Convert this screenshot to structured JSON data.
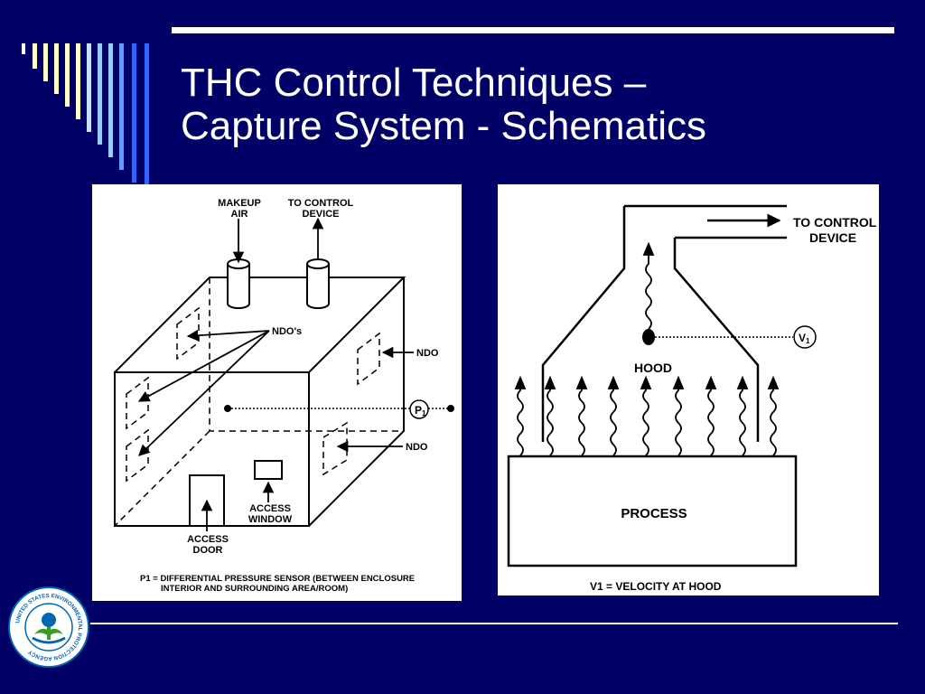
{
  "slide": {
    "title_line1": "THC Control Techniques –",
    "title_line2": "Capture System - Schematics"
  },
  "enclosure_diagram": {
    "makeup_air_1": "MAKEUP",
    "makeup_air_2": "AIR",
    "to_control_1": "TO CONTROL",
    "to_control_2": "DEVICE",
    "ndos": "NDO's",
    "ndo_right_upper": "NDO",
    "ndo_right_lower": "NDO",
    "p1_symbol": "P",
    "p1_subscript": "1",
    "access_window_1": "ACCESS",
    "access_window_2": "WINDOW",
    "access_door_1": "ACCESS",
    "access_door_2": "DOOR",
    "caption_1": "P1 = DIFFERENTIAL PRESSURE SENSOR (BETWEEN ENCLOSURE",
    "caption_2": "INTERIOR AND SURROUNDING AREA/ROOM)"
  },
  "hood_diagram": {
    "to_control_1": "TO CONTROL",
    "to_control_2": "DEVICE",
    "hood": "HOOD",
    "v1_symbol": "V",
    "v1_subscript": "1",
    "process": "PROCESS",
    "caption": "V1 = VELOCITY AT HOOD"
  },
  "logo": {
    "arc_text": "UNITED STATES ENVIRONMENTAL PROTECTION AGENCY"
  },
  "colors": {
    "background": "#000066",
    "title": "#ffffff",
    "stripe_light": "#ffffcc",
    "stripe_mid": "#99ccff",
    "stripe_dark": "#3366ff",
    "epa_blue": "#0066b3",
    "epa_green": "#3a9d23"
  }
}
